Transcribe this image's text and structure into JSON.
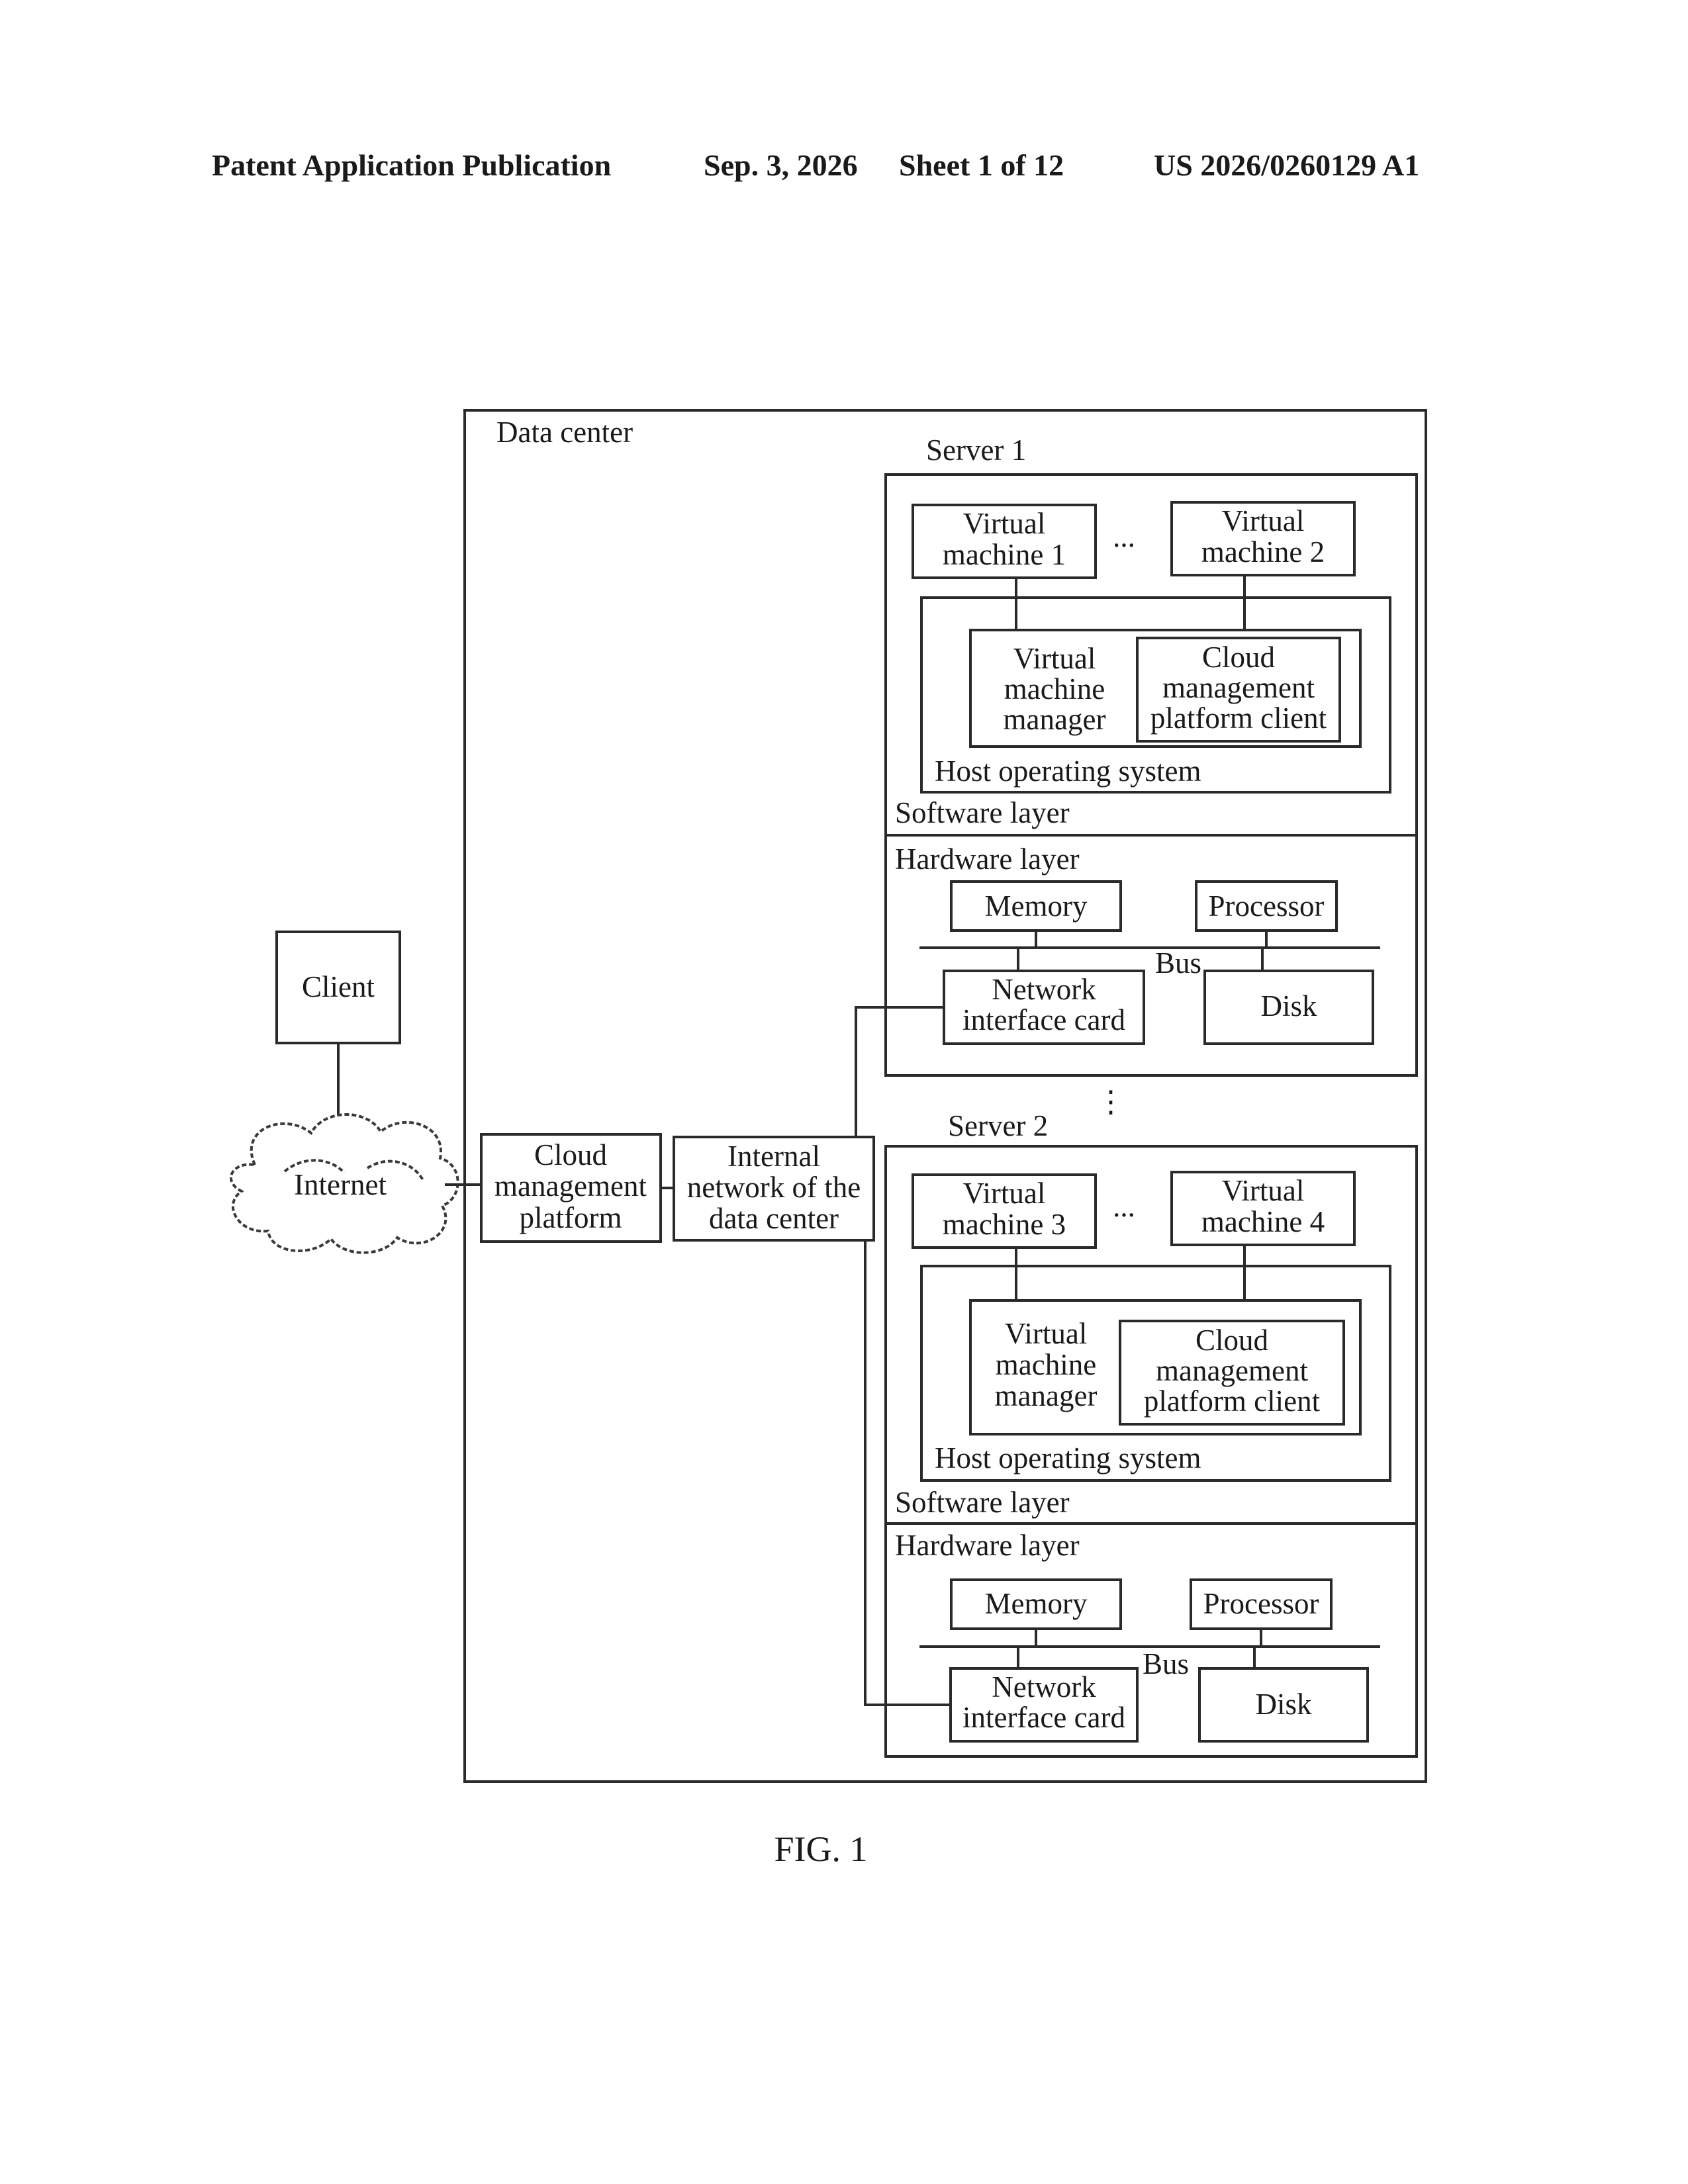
{
  "header": {
    "publication": "Patent Application Publication",
    "date": "Sep. 3, 2026",
    "sheet": "Sheet 1 of 12",
    "number": "US 2026/0260129 A1"
  },
  "diagram": {
    "client": "Client",
    "internet": "Internet",
    "data_center": "Data center",
    "cloud_platform": [
      "Cloud",
      "management",
      "platform"
    ],
    "internal_network": [
      "Internal",
      "network of the",
      "data center"
    ],
    "ellipsis": "...",
    "vertical_ellipsis": "⋮",
    "server1": {
      "title": "Server 1",
      "vm_a": [
        "Virtual",
        "machine 1"
      ],
      "vm_b": [
        "Virtual",
        "machine 2"
      ],
      "vmm": [
        "Virtual",
        "machine",
        "manager"
      ],
      "cmp_client": [
        "Cloud",
        "management",
        "platform client"
      ],
      "host_os": "Host operating system",
      "software_layer": "Software layer",
      "hardware_layer": "Hardware layer",
      "memory": "Memory",
      "processor": "Processor",
      "bus": "Bus",
      "nic": [
        "Network",
        "interface card"
      ],
      "disk": "Disk"
    },
    "server2": {
      "title": "Server 2",
      "vm_a": [
        "Virtual",
        "machine 3"
      ],
      "vm_b": [
        "Virtual",
        "machine 4"
      ],
      "vmm": [
        "Virtual",
        "machine",
        "manager"
      ],
      "cmp_client": [
        "Cloud",
        "management",
        "platform client"
      ],
      "host_os": "Host operating system",
      "software_layer": "Software layer",
      "hardware_layer": "Hardware layer",
      "memory": "Memory",
      "processor": "Processor",
      "bus": "Bus",
      "nic": [
        "Network",
        "interface card"
      ],
      "disk": "Disk"
    }
  },
  "figure_label": "FIG. 1"
}
